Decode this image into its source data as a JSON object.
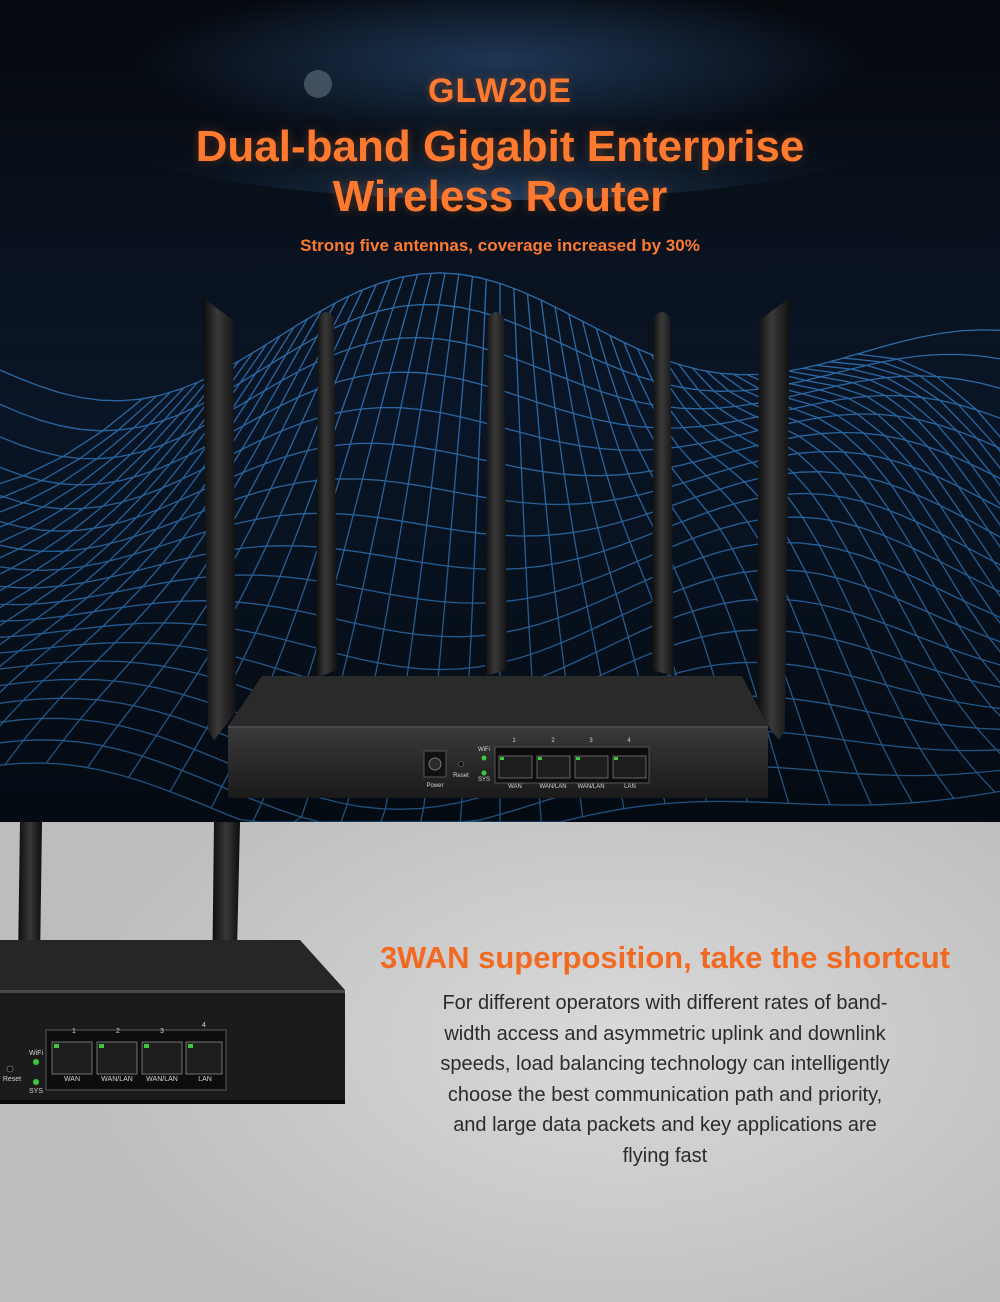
{
  "hero": {
    "model": "GLW20E",
    "title_line1": "Dual-band Gigabit Enterprise",
    "title_line2": "Wireless Router",
    "subtitle": "Strong five antennas, coverage increased by 30%",
    "router_labels": {
      "power": "Power",
      "reset": "Reset",
      "wifi": "WiFi",
      "sys": "SYS",
      "port_numbers": [
        "1",
        "2",
        "3",
        "4"
      ],
      "port_names": [
        "WAN",
        "WAN/LAN",
        "WAN/LAN",
        "LAN"
      ]
    }
  },
  "feature": {
    "title": "3WAN superposition, take the shortcut",
    "text_lines": [
      "For different operators with different rates of band-",
      "width access and asymmetric uplink and downlink",
      "speeds, load balancing technology can intelligently",
      "choose the best communication path and priority,",
      "and large data packets and key applications are",
      "flying fast"
    ],
    "router_labels": {
      "reset": "Reset",
      "wifi": "WiFi",
      "sys": "SYS",
      "port_numbers": [
        "1",
        "2",
        "3",
        "4"
      ],
      "port_names": [
        "WAN",
        "WAN/LAN",
        "WAN/LAN",
        "LAN"
      ]
    }
  },
  "colors": {
    "accent": "#ff7a2e",
    "grid": "#3a8fe0",
    "led": "#3ec83e"
  }
}
